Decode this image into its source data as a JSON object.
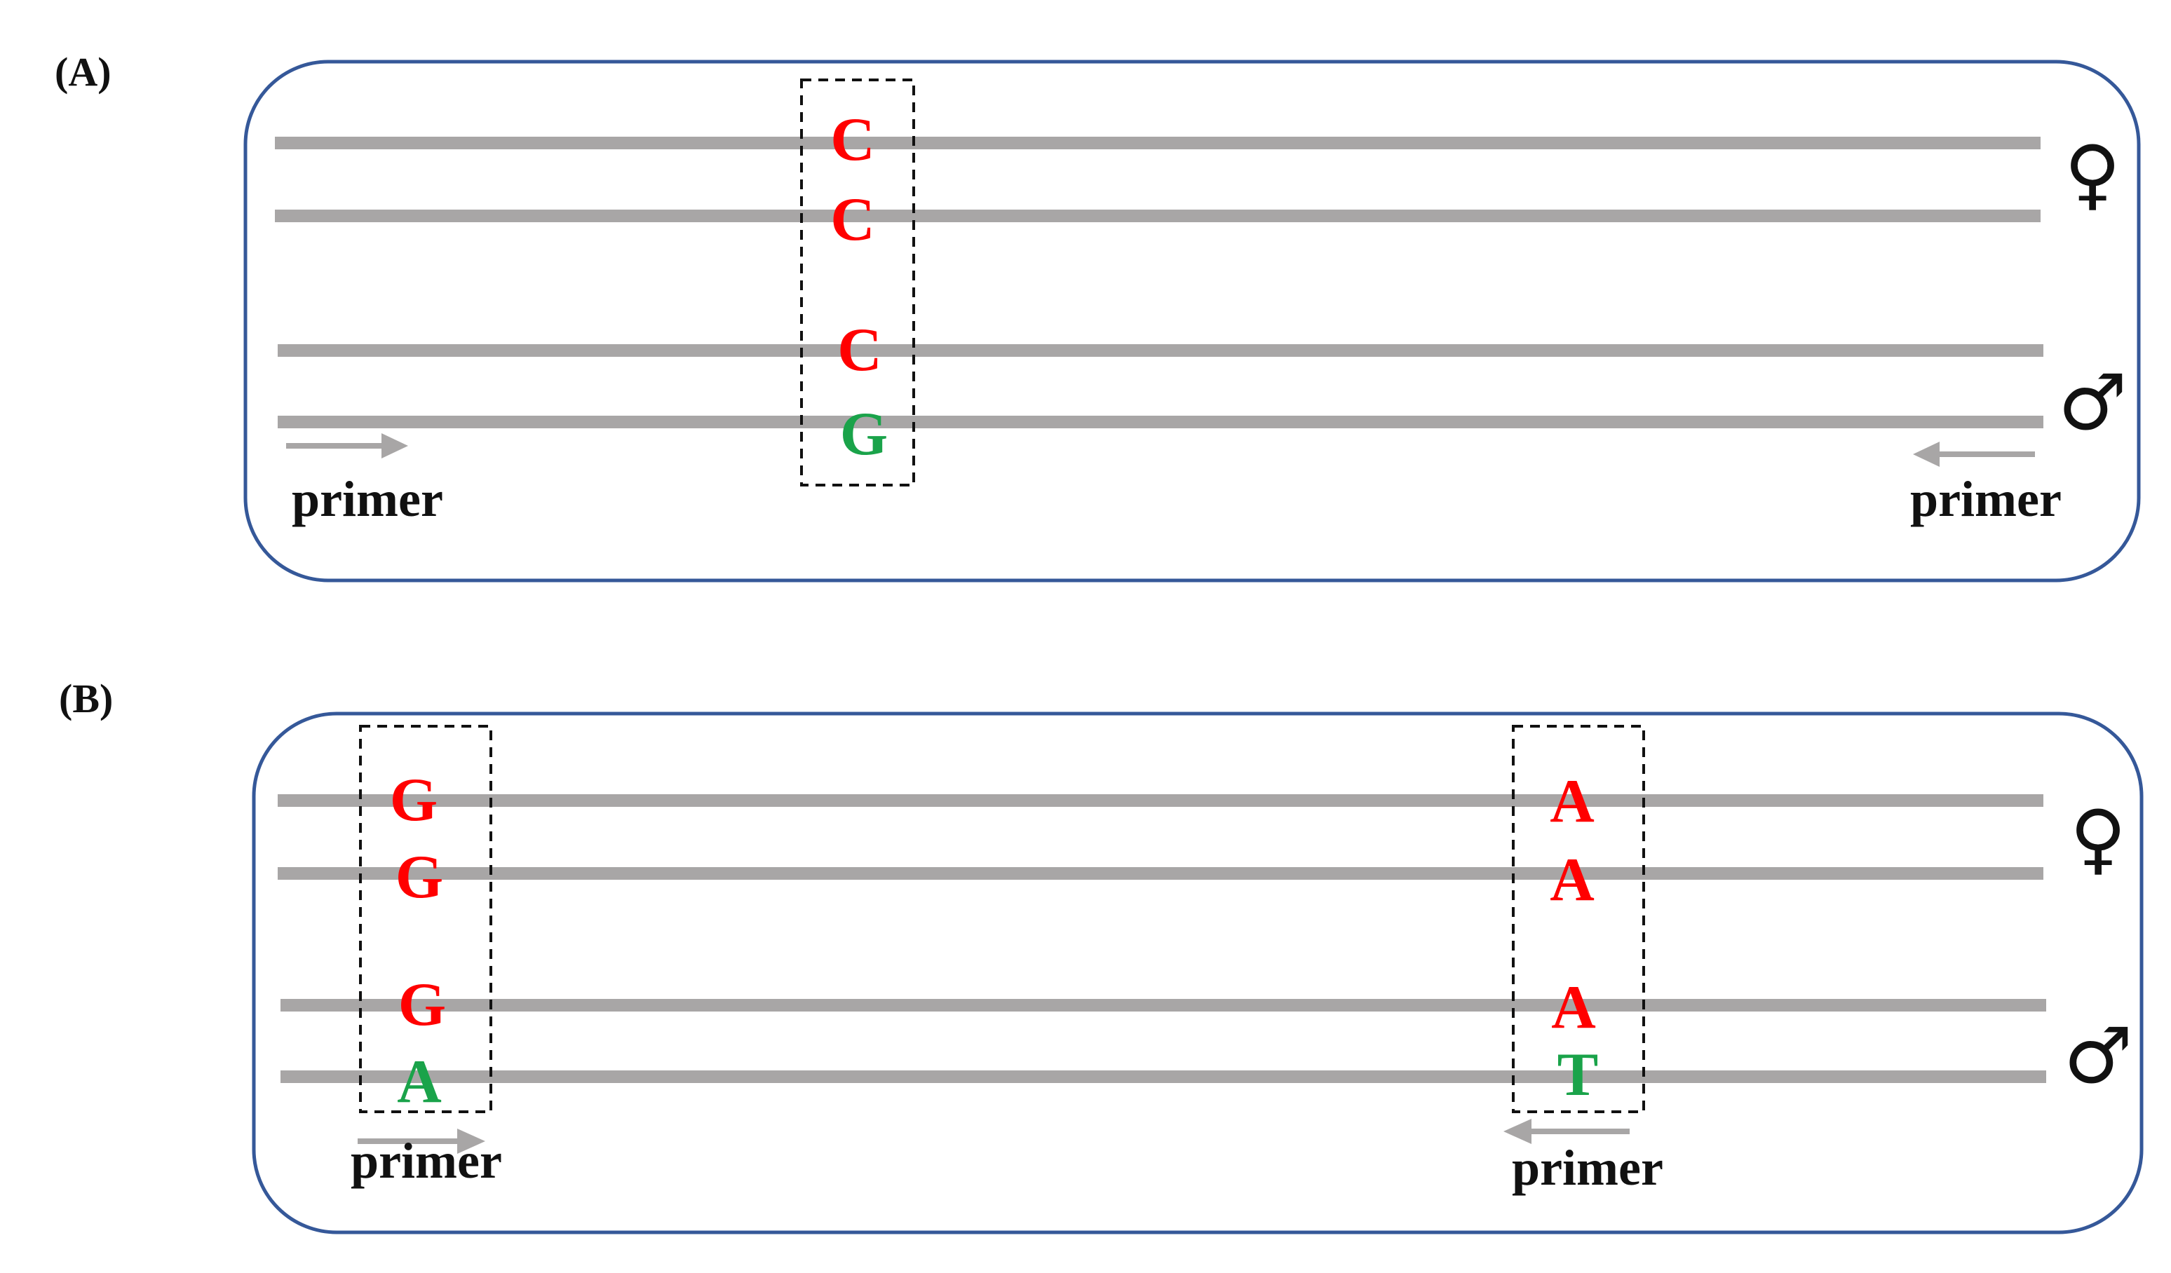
{
  "colors": {
    "panel_border": "#355899",
    "dna_line": "#a8a6a6",
    "base_default": "#ff0000",
    "base_variant": "#1aa34a",
    "text": "#111111"
  },
  "panels": [
    {
      "label": "(A)",
      "female_symbol": "♀",
      "male_symbol": "♂",
      "primer_left": "primer",
      "primer_right": "primer",
      "snp_sites": [
        {
          "bases": [
            "C",
            "C",
            "C",
            "G"
          ],
          "variant": [
            false,
            false,
            false,
            true
          ]
        }
      ]
    },
    {
      "label": "(B)",
      "female_symbol": "♀",
      "male_symbol": "♂",
      "primer_left": "primer",
      "primer_right": "primer",
      "snp_sites": [
        {
          "bases": [
            "G",
            "G",
            "G",
            "A"
          ],
          "variant": [
            false,
            false,
            false,
            true
          ]
        },
        {
          "bases": [
            "A",
            "A",
            "A",
            "T"
          ],
          "variant": [
            false,
            false,
            false,
            true
          ]
        }
      ]
    }
  ]
}
